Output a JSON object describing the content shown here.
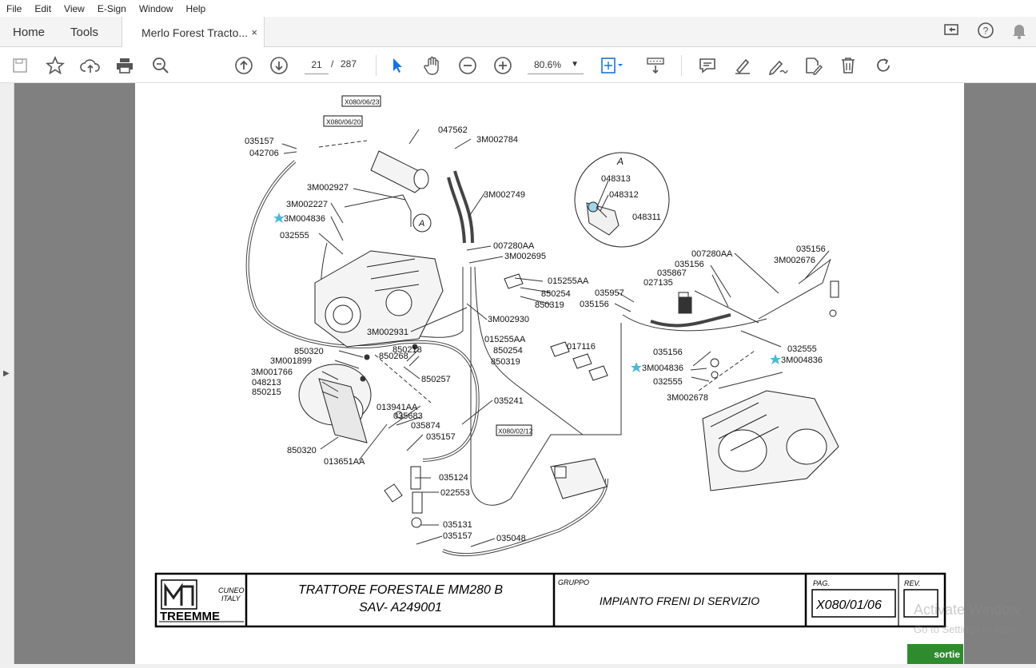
{
  "menu": [
    "File",
    "Edit",
    "View",
    "E-Sign",
    "Window",
    "Help"
  ],
  "tabs": {
    "home": "Home",
    "tools": "Tools",
    "doc": "Merlo Forest Tracto...",
    "close": "×"
  },
  "toolbar": {
    "page_current": "21",
    "page_sep": "/",
    "page_total": "287",
    "zoom": "80.6%"
  },
  "drawing": {
    "labels": {
      "l035157a": "035157",
      "l042706": "042706",
      "x0800623": "X080/06/23",
      "x0800620": "X080/06/20",
      "l047562": "047562",
      "l3M002784": "3M002784",
      "l3M002927": "3M002927",
      "l3M002227": "3M002227",
      "l3M004836a": "3M004836",
      "l032555a": "032555",
      "l3M002749": "3M002749",
      "detailA": "A",
      "l048313": "048313",
      "l048312": "048312",
      "l048311": "048311",
      "callA": "A",
      "l007280AAa": "007280AA",
      "l3M002695": "3M002695",
      "l015255AAa": "015255AA",
      "l850254a": "850254",
      "l850319a": "850319",
      "l3M002930": "3M002930",
      "l3M002931": "3M002931",
      "l035156a": "035156",
      "l3M002676": "3M002676",
      "l007280AAb": "007280AA",
      "l035156b": "035156",
      "l035867": "035867",
      "l027135": "027135",
      "l035957": "035957",
      "l035156c": "035156",
      "l015255AAb": "015255AA",
      "l850254b": "850254",
      "l017116": "017116",
      "l850319b": "850319",
      "l035156d": "035156",
      "l3M004836b": "3M004836",
      "l032555b": "032555",
      "l3M002678": "3M002678",
      "l032555c": "032555",
      "l3M004836c": "3M004836",
      "l850320a": "850320",
      "l850218": "850218",
      "l3M001899": "3M001899",
      "l850268": "850268",
      "l3M001766": "3M001766",
      "l850257": "850257",
      "l048213": "048213",
      "l850215": "850215",
      "l035241": "035241",
      "l013941AA": "013941AA",
      "l035683": "035683",
      "l035874": "035874",
      "l035157b": "035157",
      "x0800212": "X080/02/12",
      "l850320b": "850320",
      "l013651AA": "013651AA",
      "l035124": "035124",
      "l022553": "022553",
      "l035131": "035131",
      "l035157c": "035157",
      "l035048": "035048"
    }
  },
  "titleblock": {
    "brand_city": "CUNEO",
    "brand_country": "ITALY",
    "brand_name": "TREEMME",
    "title1": "TRATTORE FORESTALE MM280 B",
    "title2": "SAV- A249001",
    "gruppo_label": "GRUPPO",
    "gruppo": "IMPIANTO FRENI DI SERVIZIO",
    "pag_label": "PAG.",
    "pag": "X080/01/06",
    "rev_label": "REV."
  },
  "overlay": {
    "activate1": "Activate Window",
    "activate2": "Go to Settings to activ",
    "sortie": "sortie"
  },
  "colors": {
    "star": "#4db8d8",
    "accent": "#1473e6",
    "sortie_bg": "#2e8b2e"
  }
}
